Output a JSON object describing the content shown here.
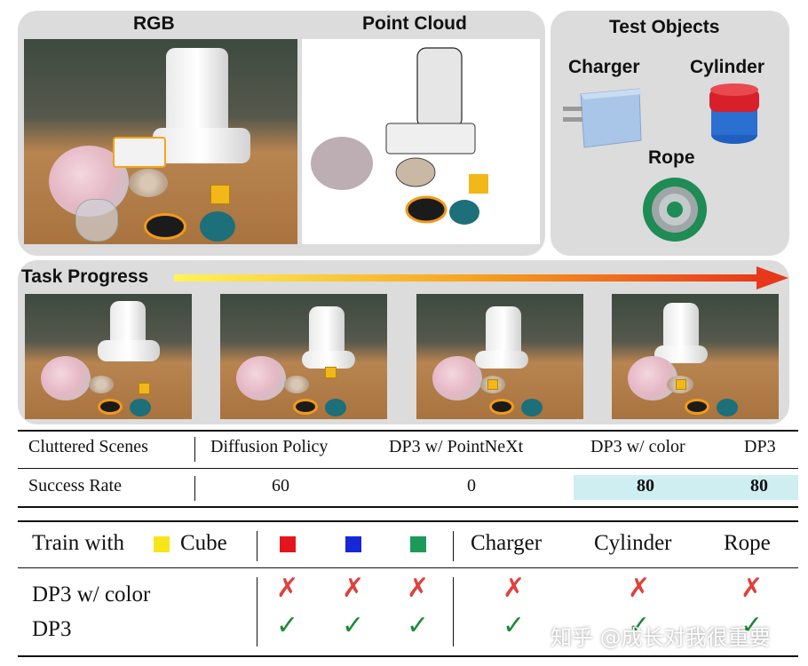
{
  "top_panel": {
    "rgb_label": "RGB",
    "point_cloud_label": "Point Cloud"
  },
  "test_objects": {
    "title": "Test Objects",
    "charger": "Charger",
    "cylinder": "Cylinder",
    "rope": "Rope"
  },
  "task_progress": {
    "label": "Task Progress",
    "arrow_colors": [
      "#fff35a",
      "#f7a520",
      "#e8381a"
    ]
  },
  "table1": {
    "header": [
      "Cluttered Scenes",
      "Diffusion Policy",
      "DP3 w/ PointNeXt",
      "DP3 w/ color",
      "DP3"
    ],
    "row": [
      "Success Rate",
      "60",
      "0",
      "80",
      "80"
    ],
    "highlight_color": "#cfeef1"
  },
  "table2": {
    "header": {
      "train_prefix": "Train with",
      "train_suffix": "Cube",
      "cube_color": "#f7e51c",
      "color_squares": [
        "#e3161b",
        "#1727d6",
        "#1c9a5a"
      ],
      "objects": [
        "Charger",
        "Cylinder",
        "Rope"
      ]
    },
    "rows": [
      {
        "label": "DP3 w/ color",
        "marks": [
          "✗",
          "✗",
          "✗",
          "✗",
          "✗",
          "✗"
        ]
      },
      {
        "label": "DP3",
        "marks": [
          "✓",
          "✓",
          "✓",
          "✓",
          "✓",
          "✓"
        ]
      }
    ],
    "cross_color": "#e0403d",
    "check_color": "#1e8a36"
  },
  "watermark": "知乎 @成长对我很重要"
}
